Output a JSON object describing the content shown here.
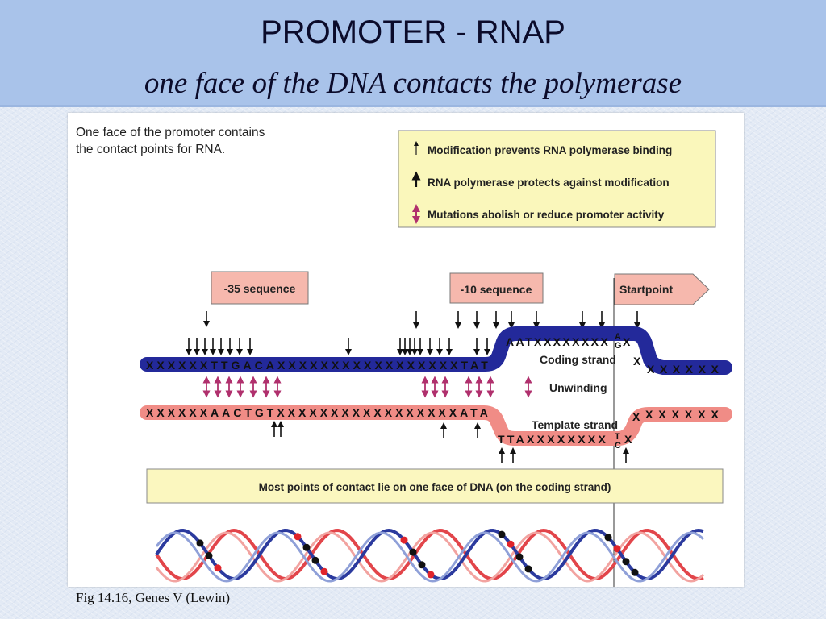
{
  "slide": {
    "title": "PROMOTER - RNAP",
    "subtitle": "one face of the DNA contacts the polymerase",
    "caption": "Fig 14.16, Genes V  (Lewin)"
  },
  "figure": {
    "intro_line1": "One face of the promoter contains",
    "intro_line2": "the contact points for RNA.",
    "legend": [
      {
        "text": "Modification prevents RNA polymerase binding",
        "icon": "thin-up-arrow"
      },
      {
        "text": "RNA polymerase protects against modification",
        "icon": "bold-up-arrow"
      },
      {
        "text": "Mutations abolish or reduce promoter activity",
        "icon": "double-headed-arrow"
      }
    ],
    "label_35": "-35 sequence",
    "label_10": "-10 sequence",
    "label_start": "Startpoint",
    "coding_left": "XXXXXXTTGACAXXXXXXXXXXXXXXXXXTAT",
    "coding_bubble": "AATXXXXXXXX",
    "coding_right": "XXXXXX",
    "coding_start_top": "A",
    "coding_start_bottom": "G",
    "coding_x_after": "X",
    "coding_x_right": "X",
    "template_left": "XXXXXXAACTGTXXXXXXXXXXXXXXXXXATA",
    "template_bubble": "TTAXXXXXXXX",
    "template_right": "XXXXXX",
    "template_start_top": "T",
    "template_start_bottom": "C",
    "template_x_after": "X",
    "template_x_right": "X",
    "coding_label": "Coding strand",
    "unwinding_label": "Unwinding",
    "template_label": "Template strand",
    "footer_text": "Most points of contact lie on one face of DNA (on the coding strand)",
    "colors": {
      "coding_strand": "#23299a",
      "template_strand": "#f08c86",
      "legend_box": "#faf7bb",
      "label_box": "#f6b8ad",
      "footer_box": "#fbf7bf",
      "magenta": "#b0306d"
    }
  }
}
